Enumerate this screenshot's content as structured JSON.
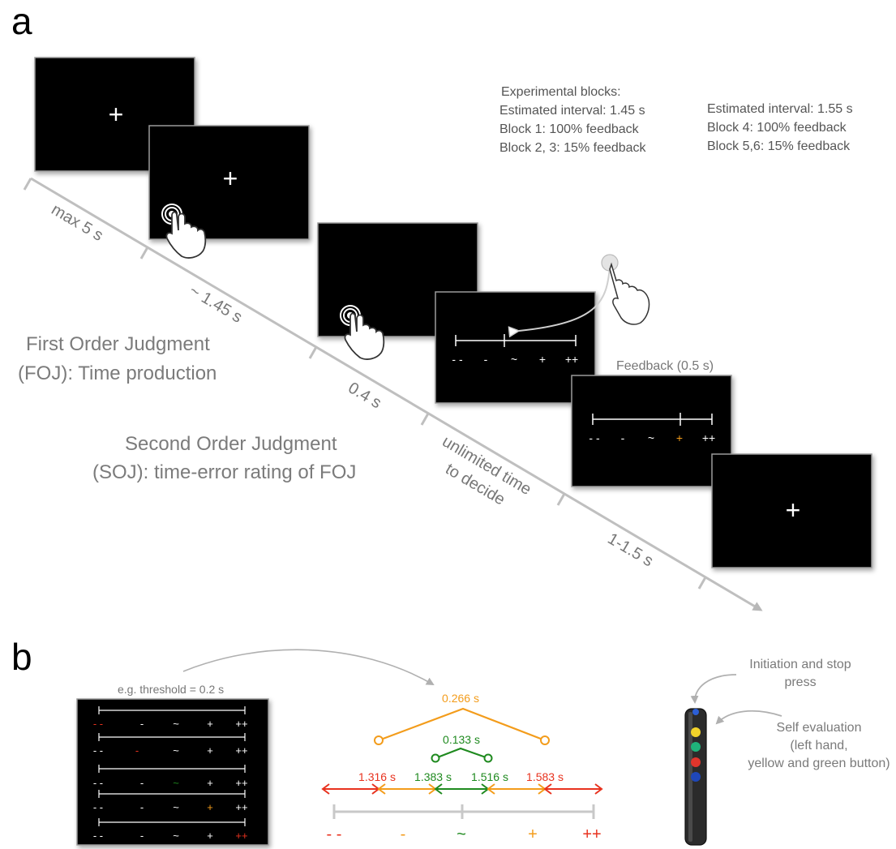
{
  "panel_a": {
    "label": "a",
    "screens": {
      "fixation": "+"
    },
    "scale_labels": [
      "- -",
      "-",
      "~",
      "+",
      "++"
    ],
    "timeline": {
      "intervals": [
        "max 5 s",
        "~ 1.45 s",
        "0.4 s",
        "unlimited time",
        "to decide",
        "1-1.5 s"
      ]
    },
    "judgments": {
      "foj_line1": "First Order Judgment",
      "foj_line2": "(FOJ): Time production",
      "soj_line1": "Second Order Judgment",
      "soj_line2": "(SOJ): time-error rating of FOJ"
    },
    "feedback_label": "Feedback (0.5 s)",
    "blocks": {
      "col1": [
        "Experimental blocks:",
        "Estimated interval: 1.45 s",
        "Block 1: 100% feedback",
        "Block 2, 3: 15% feedback"
      ],
      "col2": [
        "Estimated interval: 1.55 s",
        "Block 4: 100% feedback",
        "Block 5,6: 15% feedback"
      ]
    }
  },
  "panel_b": {
    "label": "b",
    "threshold": "e.g. threshold = 0.2 s",
    "thresholds": [
      "0.266 s",
      "0.133 s"
    ],
    "bounds": [
      "1.316 s",
      "1.383 s",
      "1.516 s",
      "1.583 s"
    ],
    "scale_labels": [
      "- -",
      "-",
      "~",
      "+",
      "++"
    ],
    "device_labels": {
      "top1": "Initiation and stop",
      "top2": "press",
      "side1": "Self evaluation",
      "side2": "(left hand,",
      "side3": "yellow and green button)"
    }
  },
  "colors": {
    "red": "#e8321e",
    "orange": "#f39c1b",
    "green": "#1f8a1f",
    "gray": "#a8a8a8",
    "textgray": "#6e6e6e",
    "white": "#ffffff",
    "black": "#000000"
  }
}
